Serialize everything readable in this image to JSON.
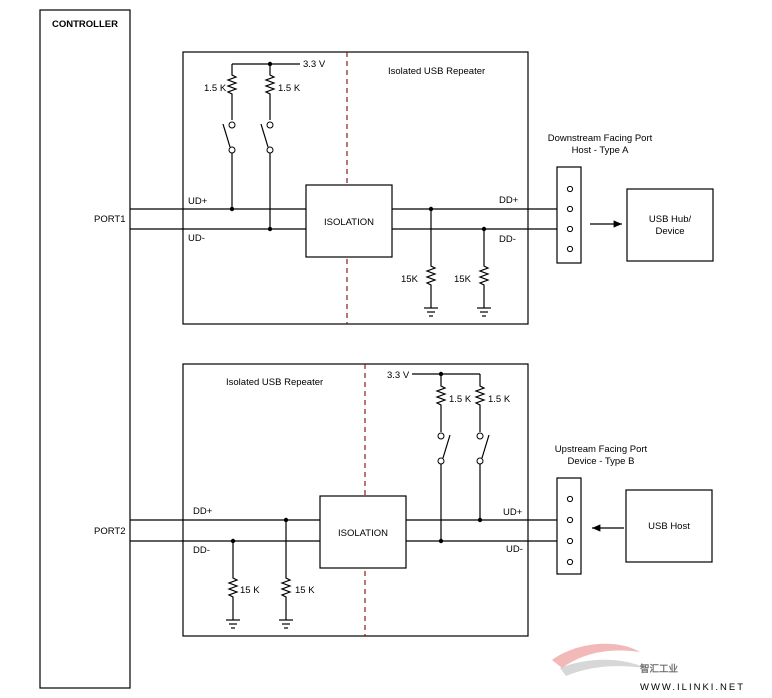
{
  "controller": {
    "title": "CONTROLLER",
    "port1": "PORT1",
    "port2": "PORT2"
  },
  "repeater1": {
    "title": "Isolated USB Repeater",
    "supply": "3.3 V",
    "pullup_left": "1.5 K",
    "pullup_right": "1.5 K",
    "ud_plus": "UD+",
    "ud_minus": "UD-",
    "isolation": "ISOLATION",
    "dd_plus": "DD+",
    "dd_minus": "DD-",
    "pulldown_left": "15K",
    "pulldown_right": "15K"
  },
  "port_down": {
    "line1": "Downstream Facing Port",
    "line2": "Host - Type A"
  },
  "hub": {
    "line1": "USB Hub/",
    "line2": "Device"
  },
  "repeater2": {
    "title": "Isolated USB Repeater",
    "supply": "3.3 V",
    "pullup_left": "1.5 K",
    "pullup_right": "1.5 K",
    "dd_plus": "DD+",
    "dd_minus": "DD-",
    "isolation": "ISOLATION",
    "ud_plus": "UD+",
    "ud_minus": "UD-",
    "pulldown_left": "15 K",
    "pulldown_right": "15 K"
  },
  "port_up": {
    "line1": "Upstream Facing Port",
    "line2": "Device - Type B"
  },
  "host": {
    "label": "USB Host"
  },
  "watermark": {
    "brand": "智汇工业",
    "url": "WWW.ILINKI.NET"
  }
}
